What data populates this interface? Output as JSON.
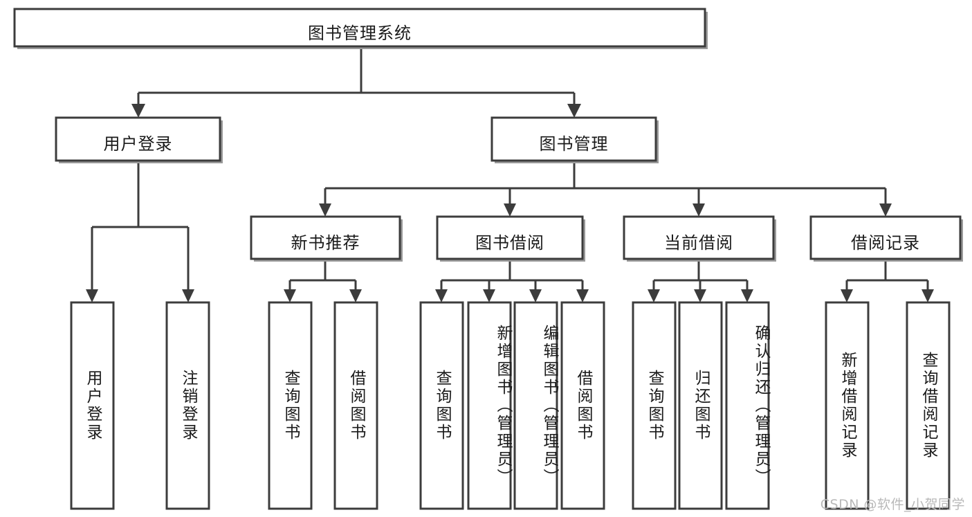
{
  "diagram": {
    "type": "tree-hierarchy-flowchart",
    "title": "图书管理系统",
    "orientation": "top-down",
    "levels": 4,
    "root": {
      "id": "root",
      "label": "图书管理系统",
      "text_orientation": "horizontal"
    },
    "level2": [
      {
        "id": "user-login",
        "label": "用户登录",
        "text_orientation": "horizontal"
      },
      {
        "id": "book-management",
        "label": "图书管理",
        "text_orientation": "horizontal"
      }
    ],
    "level3": [
      {
        "id": "new-book-recommend",
        "label": "新书推荐",
        "parent": "book-management",
        "text_orientation": "horizontal"
      },
      {
        "id": "book-borrow",
        "label": "图书借阅",
        "parent": "book-management",
        "text_orientation": "horizontal"
      },
      {
        "id": "current-borrow",
        "label": "当前借阅",
        "parent": "book-management",
        "text_orientation": "horizontal"
      },
      {
        "id": "borrow-record",
        "label": "借阅记录",
        "parent": "book-management",
        "text_orientation": "horizontal"
      }
    ],
    "leaves": [
      {
        "id": "leaf-user-login",
        "label": "用户登录",
        "parent": "user-login",
        "text_orientation": "vertical"
      },
      {
        "id": "leaf-user-logout",
        "label": "注销登录",
        "parent": "user-login",
        "text_orientation": "vertical"
      },
      {
        "id": "leaf-query-book-1",
        "label": "查询图书",
        "parent": "new-book-recommend",
        "text_orientation": "vertical"
      },
      {
        "id": "leaf-borrow-book-1",
        "label": "借阅图书",
        "parent": "new-book-recommend",
        "text_orientation": "vertical"
      },
      {
        "id": "leaf-query-book-2",
        "label": "查询图书",
        "parent": "book-borrow",
        "text_orientation": "vertical"
      },
      {
        "id": "leaf-add-book",
        "label": "新增图书（管理员）",
        "parent": "book-borrow",
        "text_orientation": "vertical"
      },
      {
        "id": "leaf-edit-book",
        "label": "编辑图书（管理员）",
        "parent": "book-borrow",
        "text_orientation": "vertical"
      },
      {
        "id": "leaf-borrow-book-2",
        "label": "借阅图书",
        "parent": "book-borrow",
        "text_orientation": "vertical"
      },
      {
        "id": "leaf-query-book-3",
        "label": "查询图书",
        "parent": "current-borrow",
        "text_orientation": "vertical"
      },
      {
        "id": "leaf-return-book",
        "label": "归还图书",
        "parent": "current-borrow",
        "text_orientation": "vertical"
      },
      {
        "id": "leaf-confirm-return",
        "label": "确认归还（管理员）",
        "parent": "current-borrow",
        "text_orientation": "vertical"
      },
      {
        "id": "leaf-add-record",
        "label": "新增借阅记录",
        "parent": "borrow-record",
        "text_orientation": "vertical"
      },
      {
        "id": "leaf-query-record",
        "label": "查询借阅记录",
        "parent": "borrow-record",
        "text_orientation": "vertical"
      }
    ]
  },
  "watermark": {
    "text": "CSDN @软件_小贺同学"
  },
  "colors": {
    "background": "#ffffff",
    "node_fill": "#ffffff",
    "node_stroke": "#3c3c3c",
    "edge": "#3c3c3c",
    "text": "#1a1a1a",
    "watermark": "#b9b9b9"
  }
}
